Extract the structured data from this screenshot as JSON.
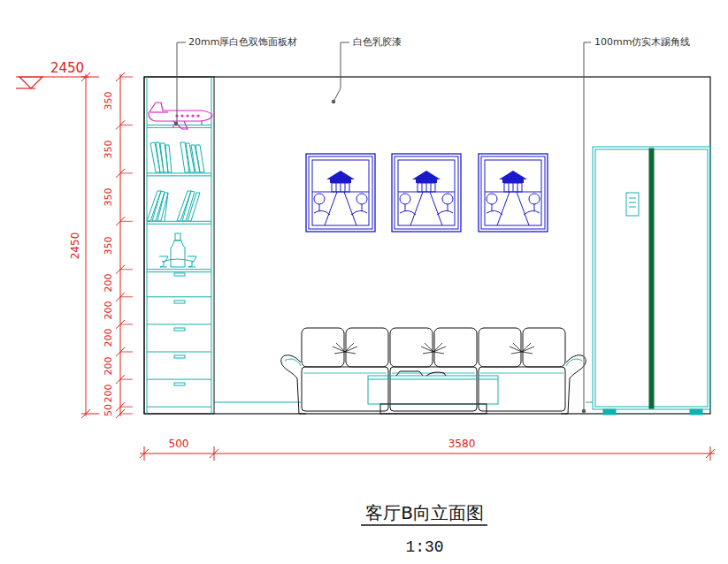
{
  "diagram": {
    "title": "客厅B向立面图",
    "caption": "1:30",
    "labels": [
      "2450",
      "20mm厚白色双饰面板材",
      "白色乳胶漆",
      "100mm仿实木踢角线",
      "350",
      "350",
      "350",
      "350",
      "200",
      "200",
      "200",
      "200",
      "200",
      "50",
      "2450",
      "500",
      "3580"
    ]
  }
}
